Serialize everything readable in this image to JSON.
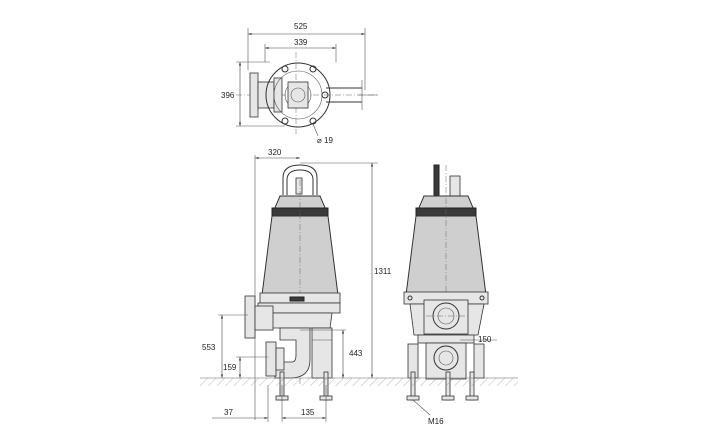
{
  "dimensions": {
    "top_width": "525",
    "top_inner": "339",
    "top_height": "396",
    "bolt_hole": "⌀ 19",
    "side_top": "320",
    "overall_height": "1311",
    "flange_height": "553",
    "outlet_height": "443",
    "base_height": "159",
    "offset_left": "37",
    "base_width": "135",
    "outlet_dia": "150",
    "anchor_bolt": "M16"
  },
  "icons": {
    "arrow": "arrow-icon",
    "ground": "ground-hatch-icon"
  }
}
